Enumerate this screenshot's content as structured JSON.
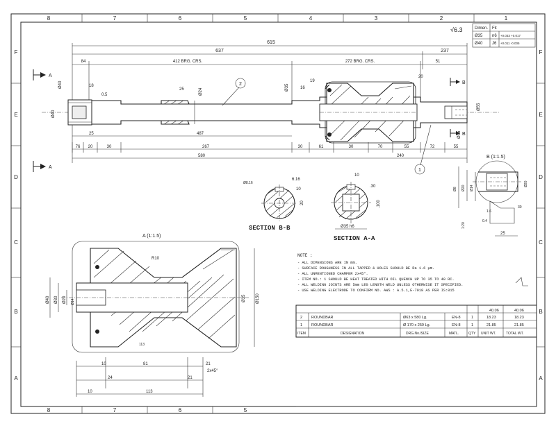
{
  "zones": {
    "top": [
      "8",
      "7",
      "6",
      "5",
      "4",
      "3",
      "2",
      "1"
    ],
    "bottom": [
      "8",
      "7",
      "6",
      "5"
    ],
    "left": [
      "F",
      "E",
      "D",
      "C",
      "B",
      "A"
    ],
    "right": [
      "F",
      "E",
      "D",
      "C",
      "B",
      "A"
    ]
  },
  "fit_table": {
    "headers": [
      "Dimen.",
      "Fit"
    ],
    "rows": [
      [
        "Ø35",
        "n6",
        "+0.033 +0.017"
      ],
      [
        "Ø40",
        "J6",
        "+0.011 -0.005"
      ]
    ]
  },
  "surface_symbol": "√6.3",
  "top_dims": {
    "overall": "615",
    "left_span": "637",
    "right_span": "237",
    "d84": "84",
    "d412": "412 BRG. CRS.",
    "d272": "272 BRG. CRS.",
    "d51": "51",
    "d487": "487",
    "bottom_chain": [
      "76",
      "20",
      "30",
      "267",
      "30",
      "61",
      "30",
      "70",
      "55",
      "72",
      "55"
    ],
    "d580": "580",
    "d240": "240",
    "dia_left": "Ø40",
    "dia_left2": "Ø40",
    "dia_mid": "Ø35",
    "dia_right1": "Ø55",
    "dia_right2": "Ø35",
    "chamfer": "0.5",
    "d18": "18",
    "d25": "25",
    "d16": "16",
    "d24": "Ø24",
    "d19": "19",
    "d20": "20",
    "d25b": "25"
  },
  "balloons": [
    "2",
    "1"
  ],
  "section_marks": {
    "aa_left": "A",
    "aa_left2": "A",
    "bb_right": "B",
    "bb_right2": "B"
  },
  "section_bb": {
    "title": "SECTION B-B",
    "dims": [
      "Ø8.16",
      "6.16",
      "10",
      "20"
    ]
  },
  "section_aa": {
    "title": "SECTION A-A",
    "dims": [
      "10",
      ".30",
      ".100",
      "Ø35 h6"
    ]
  },
  "detail_b": {
    "title": "B (1:1.5)",
    "dims": [
      "Ø8",
      "Ø20",
      "Ø14",
      "1.6",
      "25",
      "Ø20",
      "30",
      "1:20",
      "0.4"
    ]
  },
  "detail_a": {
    "title": "A (1:1.5)",
    "dims": [
      "R10",
      "Ø40",
      "Ø30",
      "Ø20",
      "Ø35",
      "Ø150",
      "10",
      "81",
      "21",
      "2x45°",
      "24",
      "113",
      "10",
      "21",
      "Ø14"
    ]
  },
  "notes": {
    "heading": "NOTE :",
    "lines": [
      "- ALL DIMENSIONS ARE IN mm.",
      "- SURFACE ROUGHNESS IN ALL TAPPED & HOLES SHOULD BE Ra 1.6 μm.",
      "- ALL UNMENTIONED CHAMFER 2x45°.",
      "- ITEM NO.: 1 SHOULD BE HEAT TREATED WITH OIL QUENCH UP TO 35 TO 40 RC.",
      "- ALL WELDING JOINTS ARE 5mm LEG LENGTH WELD UNLESS OTHERWISE IT SPECIFIED.",
      "- USE WELDING ELECTRODE TO CONFIRM NO. AWS : A.5.1,E-7018 AS PER IS:815"
    ]
  },
  "bom": {
    "totals": [
      "40.06",
      "40.06"
    ],
    "rows": [
      {
        "item": "2",
        "designation": "ROUNDBAR",
        "size": "Ø63 x 580 Lg.",
        "mat": "EN-8",
        "qty": "1",
        "unit": "18.23",
        "total": "18.23"
      },
      {
        "item": "1",
        "designation": "ROUNDBAR",
        "size": "Ø 170 x 259 Lg.",
        "mat": "EN-8",
        "qty": "1",
        "unit": "21.85",
        "total": "21.85"
      }
    ],
    "headers": [
      "ITEM",
      "DESIGNATION",
      "DRG.No./SIZE",
      "MATL.",
      "QTY",
      "UNIT WT.",
      "TOTAL WT."
    ]
  }
}
